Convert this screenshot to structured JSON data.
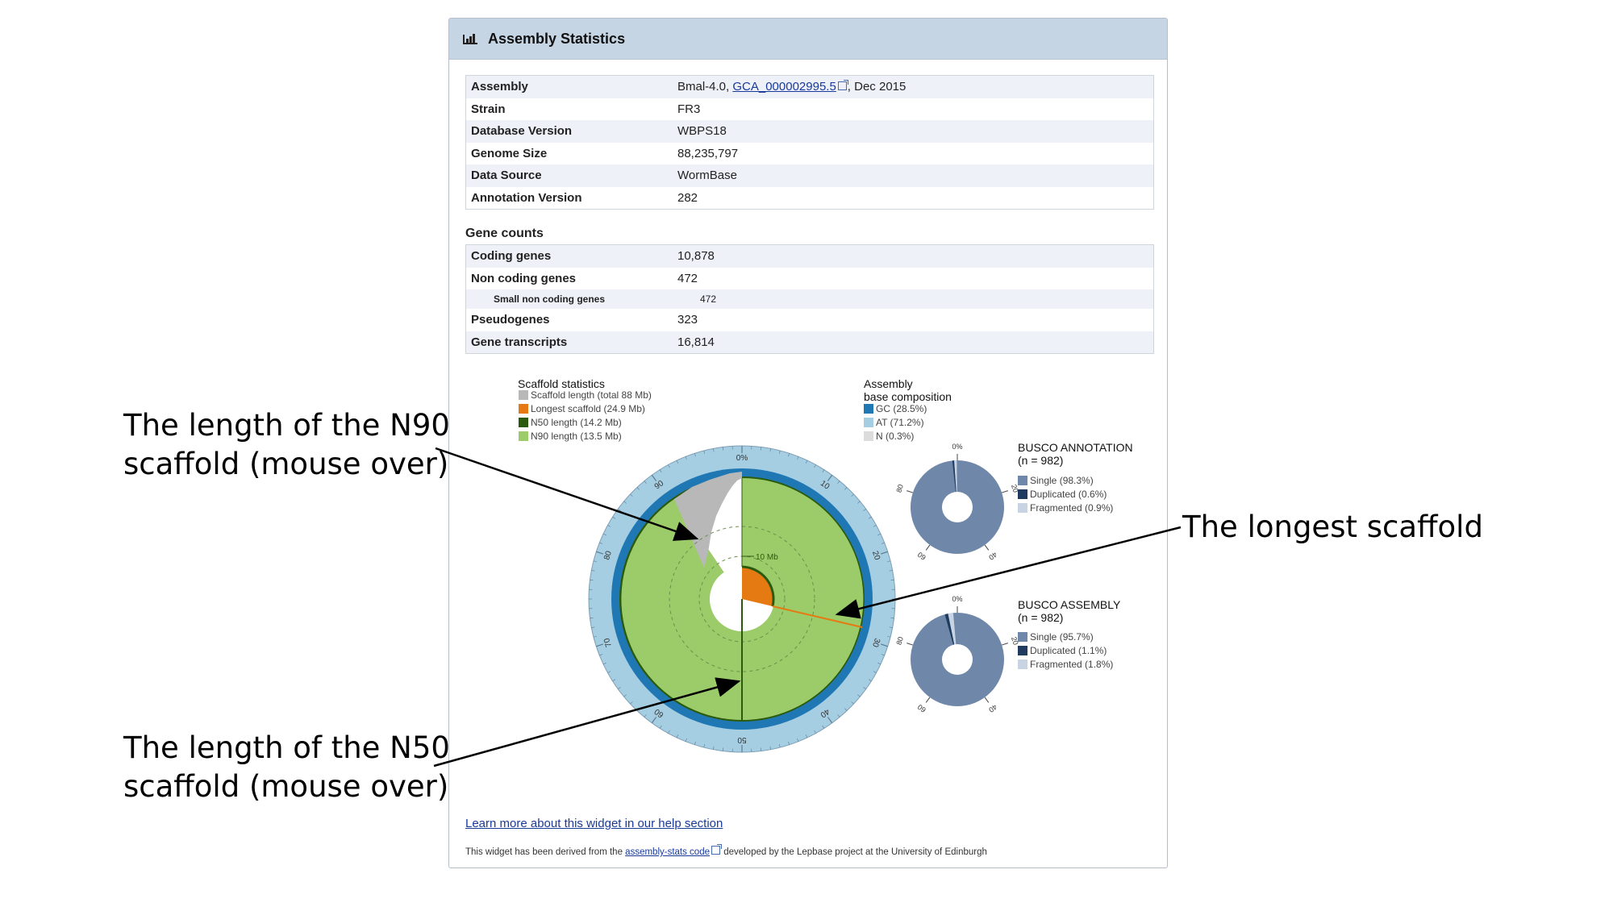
{
  "widget": {
    "title": "Assembly Statistics",
    "icon": "bar-chart-icon",
    "assembly_rows": [
      {
        "label": "Assembly",
        "value_prefix": "Bmal-4.0, ",
        "link": "GCA_000002995.5",
        "value_suffix": ", Dec 2015"
      },
      {
        "label": "Strain",
        "value": "FR3"
      },
      {
        "label": "Database Version",
        "value": "WBPS18"
      },
      {
        "label": "Genome Size",
        "value": "88,235,797"
      },
      {
        "label": "Data Source",
        "value": "WormBase"
      },
      {
        "label": "Annotation Version",
        "value": "282"
      }
    ],
    "gene_counts_title": "Gene counts",
    "gene_rows": [
      {
        "label": "Coding genes",
        "value": "10,878"
      },
      {
        "label": "Non coding genes",
        "value": "472"
      },
      {
        "label": "Small non coding genes",
        "value": "472"
      },
      {
        "label": "Pseudogenes",
        "value": "323"
      },
      {
        "label": "Gene transcripts",
        "value": "16,814"
      }
    ],
    "help_link": "Learn more about this widget in our help section",
    "footer_prefix": "This widget has been derived from the ",
    "footer_link": "assembly-stats code",
    "footer_suffix": " developed by the Lepbase project at the University of Edinburgh"
  },
  "scaffold_legend": {
    "title": "Scaffold statistics",
    "items": [
      {
        "label": "Scaffold length (total 88 Mb)",
        "color": "#b8b8b8"
      },
      {
        "label": "Longest scaffold (24.9 Mb)",
        "color": "#e57a12"
      },
      {
        "label": "N50 length (14.2 Mb)",
        "color": "#2c5a0c"
      },
      {
        "label": "N90 length (13.5 Mb)",
        "color": "#9ccc6a"
      }
    ]
  },
  "composition_legend": {
    "title_line1": "Assembly",
    "title_line2": "base composition",
    "items": [
      {
        "label": "GC (28.5%)",
        "color": "#1f78b4"
      },
      {
        "label": "AT (71.2%)",
        "color": "#a6cee3"
      },
      {
        "label": "N (0.3%)",
        "color": "#dcdcdc"
      }
    ]
  },
  "circle_labels": {
    "ticks": [
      "0%",
      "10",
      "20",
      "30",
      "40",
      "50",
      "60",
      "70",
      "80",
      "90"
    ],
    "mb_label": "10 Mb"
  },
  "busco_annotation": {
    "title": "BUSCO ANNOTATION",
    "n": "(n = 982)",
    "ticks": [
      "0%",
      "20",
      "40",
      "60",
      "80"
    ],
    "items": [
      {
        "label": "Single (98.3%)",
        "color": "#6f87a8",
        "value": 98.3
      },
      {
        "label": "Duplicated (0.6%)",
        "color": "#1f3b60",
        "value": 0.6
      },
      {
        "label": "Fragmented (0.9%)",
        "color": "#c8d4e3",
        "value": 0.9
      }
    ]
  },
  "busco_assembly": {
    "title": "BUSCO ASSEMBLY",
    "n": "(n = 982)",
    "ticks": [
      "0%",
      "20",
      "40",
      "60",
      "80"
    ],
    "items": [
      {
        "label": "Single (95.7%)",
        "color": "#6f87a8",
        "value": 95.7
      },
      {
        "label": "Duplicated (1.1%)",
        "color": "#1f3b60",
        "value": 1.1
      },
      {
        "label": "Fragmented (1.8%)",
        "color": "#c8d4e3",
        "value": 1.8
      }
    ]
  },
  "annotations": {
    "n90_line1": "The length of the N90",
    "n90_line2": "scaffold (mouse over)",
    "n50_line1": "The length of the N50",
    "n50_line2": "scaffold (mouse over)",
    "longest": "The longest scaffold"
  }
}
